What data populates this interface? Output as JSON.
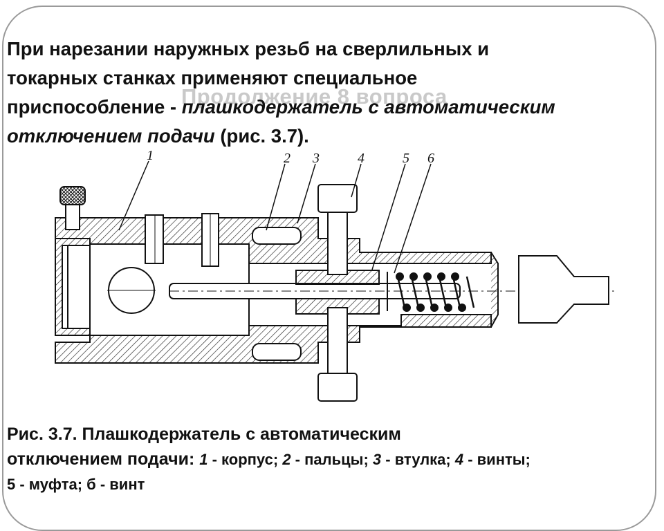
{
  "slide": {
    "ghost_title": "Продолжение 8 вопроса",
    "intro": {
      "line1": "При нарезании наружных резьб на сверлильных и",
      "line2": "токарных станках применяют специальное",
      "line3_plain": "приспособление - ",
      "line3_italic": "плашкодержатель с автоматическим",
      "line4_italic": "отключением подачи",
      "line4_plain": " (рис. 3.7)."
    },
    "figure": {
      "labels": [
        "1",
        "2",
        "3",
        "4",
        "5",
        "6"
      ]
    },
    "caption": {
      "prefix": "Рис.  3.7. Плашкодержатель с автоматическим",
      "title_end": "отключением подачи: ",
      "items": [
        {
          "num": "1",
          "text": " - корпус; "
        },
        {
          "num": "2",
          "text": " - пальцы; "
        },
        {
          "num": "3",
          "text": " - втулка; "
        },
        {
          "num": "4",
          "text": " - винты;"
        },
        {
          "num": "5",
          "text": " - муфта; "
        },
        {
          "num": "б",
          "text": " - винт"
        }
      ]
    }
  }
}
